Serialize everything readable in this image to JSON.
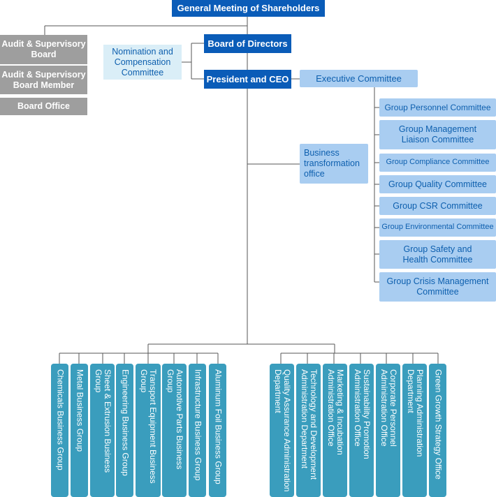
{
  "top": {
    "shareholders": "General Meeting of Shareholders",
    "board_of_directors": "Board of Directors",
    "president_ceo": "President and CEO",
    "nomination_committee": "Nomination and Compensation Committee",
    "executive_committee": "Executive Committee",
    "business_transformation": "Business transformation office"
  },
  "audit": [
    "Audit & Supervisory Board",
    "Audit & Supervisory Board Member",
    "Board Office"
  ],
  "committees": [
    "Group Personnel Committee",
    "Group Management Liaison Committee",
    "Group Compliance Committee",
    "Group Quality Committee",
    "Group CSR Committee",
    "Group Environmental Committee",
    "Group Safety and Health Committee",
    "Group Crisis Management Committee"
  ],
  "business_groups": [
    "Chemicals Business Group",
    "Metal Business Group",
    "Sheet & Extrusion Business Group",
    "Engineering Business Group",
    "Transport Equipment Business Group",
    "Automotive Parts Business Group",
    "Infrastructure Business Group",
    "Aluminum Foil Business Group"
  ],
  "admin_departments": [
    "Quality Assurance Administration Department",
    "Technology and Development Administration Department",
    "Marketing & Incubation Administration Office",
    "Sustainability Promotion Administration Office",
    "Corporate Personnel Administration Office",
    "Planning Administration Department",
    "Green Growth Strategy Office"
  ],
  "colors": {
    "dark_blue": "#0a5cb8",
    "light_blue": "#a9cdf1",
    "pale_blue": "#daeef7",
    "grey": "#9e9e9e",
    "teal": "#3a9dbd",
    "line": "#555555"
  }
}
